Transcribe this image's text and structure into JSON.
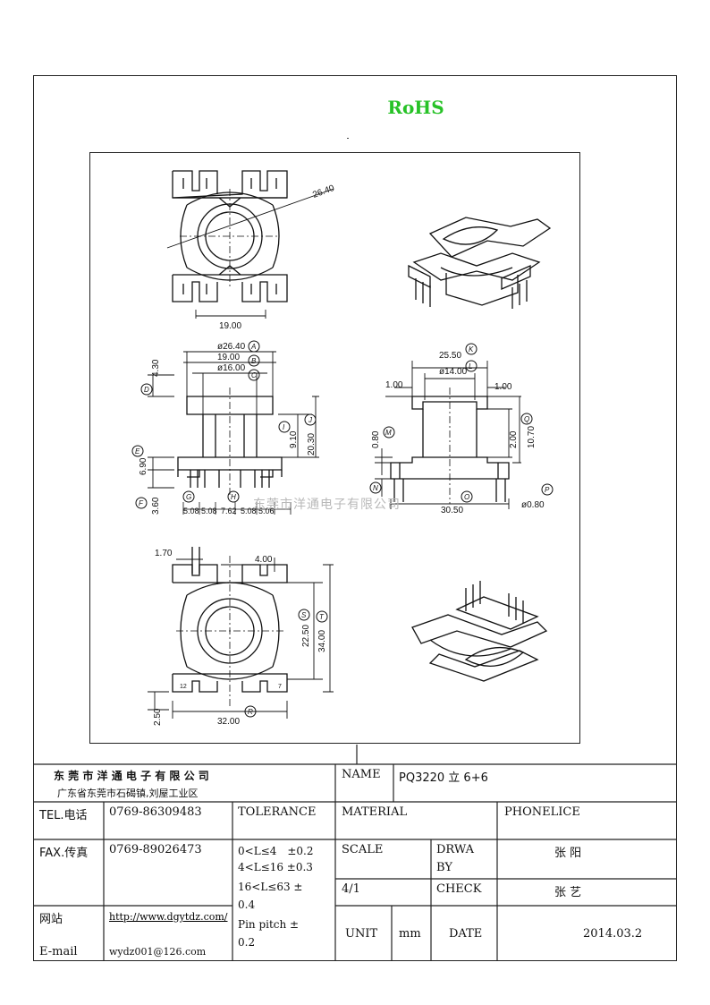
{
  "rohs": "RoHS",
  "watermark": "东莞市洋通电子有限公司",
  "dims": {
    "top_diag": "26.40",
    "top_width": "19.00",
    "front_w1": "ø26.40",
    "front_w2": "19.00",
    "front_w3": "ø16.00",
    "front_h1": "4.30",
    "front_h2": "9.10",
    "front_h3": "20.30",
    "front_h4": "6.90",
    "front_h5": "3.60",
    "pin_pitch": [
      "5.08",
      "5.08",
      "7.62",
      "5.08",
      "5.06"
    ],
    "side_w1": "25.50",
    "side_w2": "ø14.00",
    "side_w3": "1.00",
    "side_w4": "1.00",
    "side_h1": "0.80",
    "side_h2": "2.00",
    "side_h3": "10.70",
    "side_w5": "30.50",
    "side_pin": "ø0.80",
    "bot_w1": "1.70",
    "bot_w2": "4.00",
    "bot_h1": "22.50",
    "bot_h2": "34.00",
    "bot_h3": "2.50",
    "bot_w3": "32.00",
    "pin_no_a": "12",
    "pin_no_b": "7"
  },
  "circles": {
    "A": "A",
    "B": "B",
    "C": "C",
    "D": "D",
    "E": "E",
    "F": "F",
    "G": "G",
    "H": "H",
    "I": "I",
    "J": "J",
    "K": "K",
    "L": "L",
    "M": "M",
    "N": "N",
    "O": "O",
    "P": "P",
    "Q": "Q",
    "R": "R",
    "S": "S",
    "T": "T"
  },
  "title_block": {
    "company": "东 莞 市 洋 通 电 子 有 限 公 司",
    "address": "广东省东莞市石碣镇,刘屋工业区",
    "name_label": "NAME",
    "name_value": "PQ3220 立 6+6",
    "tel_label": "TEL.电话",
    "tel_value": "0769-86309483",
    "tolerance_label": "TOLERANCE",
    "material_label": "MATERIAL",
    "material_value": "PHONELICE",
    "fax_label": "FAX.传真",
    "fax_value": "0769-89026473",
    "tol_1": "0<L≤4　±0.2",
    "tol_2": "4<L≤16 ±0.3",
    "tol_3a": "16<L≤63 ±",
    "tol_3b": "0.4",
    "tol_4a": "Pin pitch ±",
    "tol_4b": "0.2",
    "scale_label": "SCALE",
    "drawn_label_a": "DRWA",
    "drawn_label_b": "BY",
    "drawn_value": "张 阳",
    "scale_value": "4/1",
    "check_label": "CHECK",
    "check_value": "张 艺",
    "web_label": "网站",
    "web_value": "http://www.dgytdz.com/",
    "email_label": "E-mail",
    "email_value": "wydz001@126.com",
    "unit_label": "UNIT",
    "unit_value": "mm",
    "date_label": "DATE",
    "date_value": "2014.03.2"
  }
}
